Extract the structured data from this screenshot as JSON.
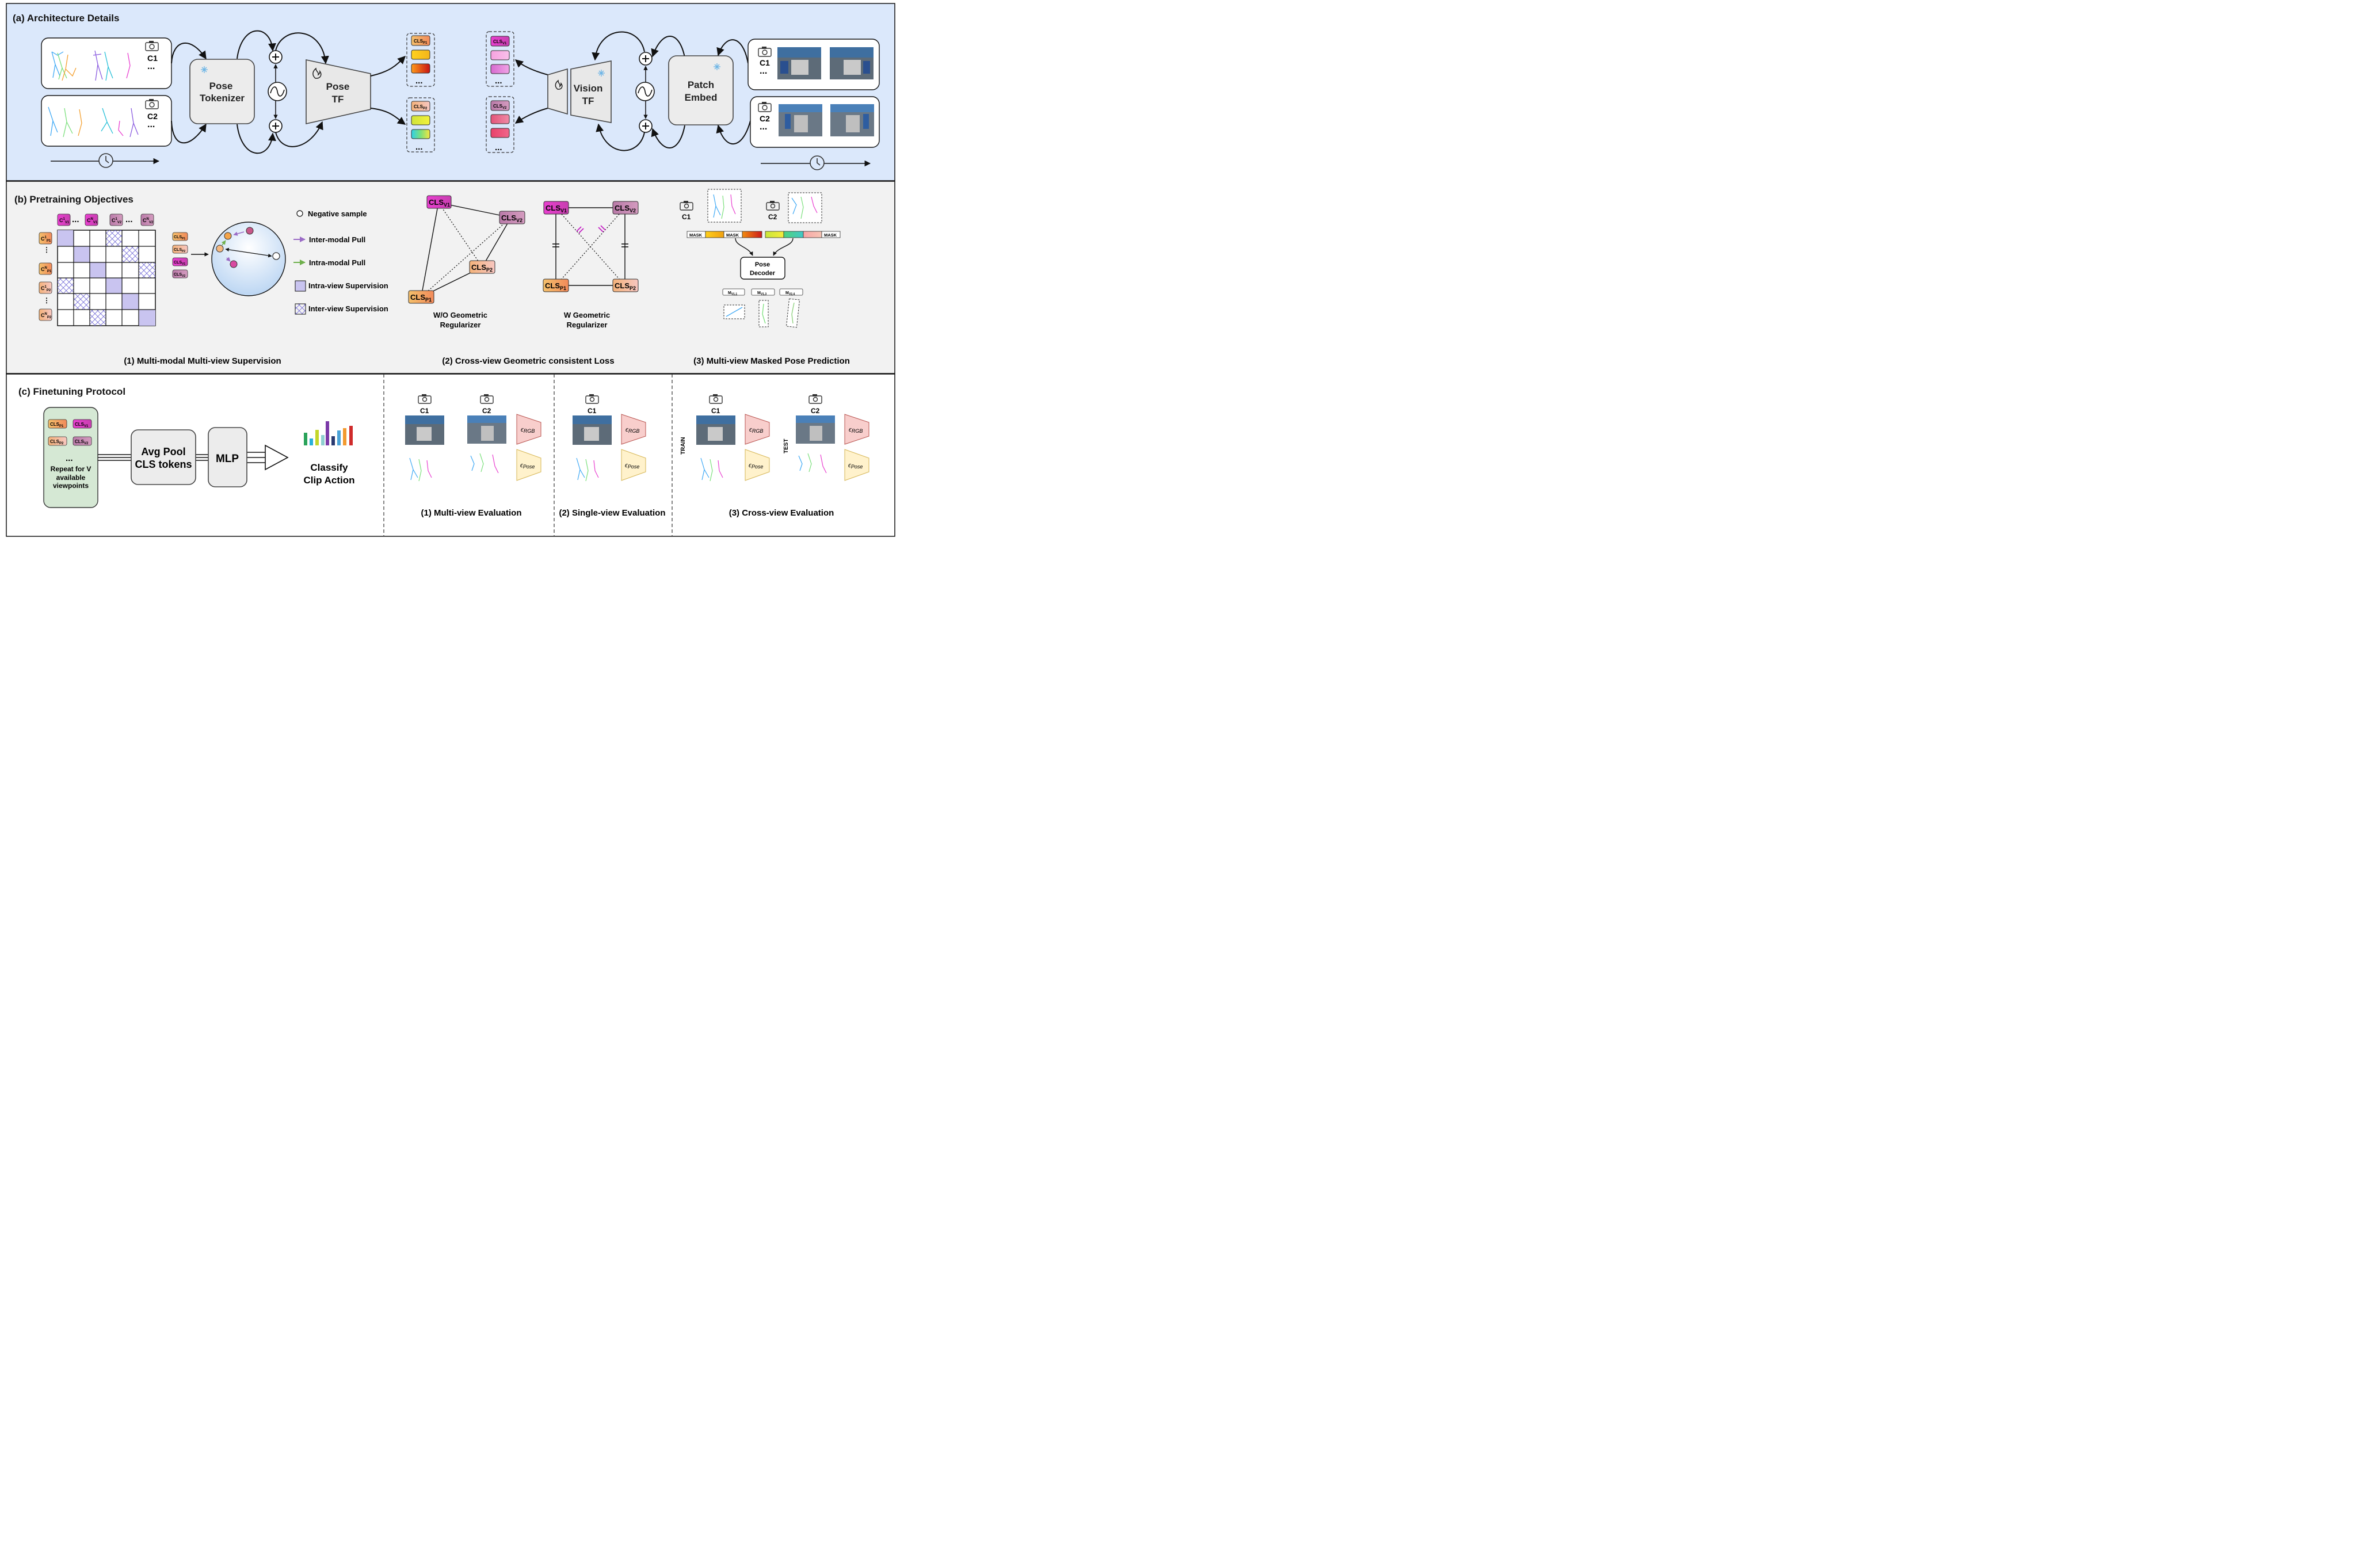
{
  "panel_a": {
    "title": "(a) Architecture Details",
    "pose_tokenizer": [
      "Pose",
      "Tokenizer"
    ],
    "pose_tf": [
      "Pose",
      "TF"
    ],
    "vision_tf": [
      "Vision",
      "TF"
    ],
    "patch_embed": [
      "Patch",
      "Embed"
    ],
    "cams": [
      "C1",
      "C2"
    ],
    "ellipsis": "...",
    "cls_p": [
      "CLS",
      "P1",
      "P2"
    ],
    "cls_v": [
      "CLS",
      "V1",
      "V2"
    ]
  },
  "panel_b": {
    "title": "(b) Pretraining Objectives",
    "matrix_cols": [
      {
        "base": "C",
        "sup": "1",
        "sub": "V1"
      },
      {
        "base": "C",
        "sup": "N",
        "sub": "V1"
      },
      {
        "base": "C",
        "sup": "1",
        "sub": "V2"
      },
      {
        "base": "C",
        "sup": "N",
        "sub": "V2"
      }
    ],
    "matrix_rows": [
      {
        "base": "C",
        "sup": "1",
        "sub": "P1"
      },
      {
        "base": "C",
        "sup": "N",
        "sub": "P1"
      },
      {
        "base": "C",
        "sup": "1",
        "sub": "P2"
      },
      {
        "base": "C",
        "sup": "N",
        "sub": "P2"
      }
    ],
    "tokens": [
      {
        "base": "CLS",
        "sub": "P1"
      },
      {
        "base": "CLS",
        "sub": "P2"
      },
      {
        "base": "CLS",
        "sub": "V1"
      },
      {
        "base": "CLS",
        "sub": "V2"
      }
    ],
    "legend": {
      "negative": "Negative sample",
      "inter_pull": "Inter-modal Pull",
      "intra_pull": "Intra-modal Pull",
      "intra_view": "Intra-view Supervision",
      "inter_view": "Inter-view Supervision"
    },
    "graph_nodes": {
      "v1": "V1",
      "v2": "V2",
      "p1": "P1",
      "p2": "P2",
      "base": "CLS"
    },
    "wo_label": [
      "W/O Geometric",
      "Regularizer"
    ],
    "w_label": [
      "W Geometric",
      "Regularizer"
    ],
    "mask": "MASK",
    "pose_decoder": [
      "Pose",
      "Decoder"
    ],
    "m_labels": [
      {
        "base": "M",
        "sub": "V1,1"
      },
      {
        "base": "M",
        "sub": "V1,3"
      },
      {
        "base": "M",
        "sub": "V2,4"
      }
    ],
    "captions": [
      "(1) Multi-modal Multi-view Supervision",
      "(2) Cross-view Geometric consistent Loss",
      "(3) Multi-view Masked Pose Prediction"
    ]
  },
  "panel_c": {
    "title": "(c) Finetuning Protocol",
    "tokens": [
      {
        "base": "CLS",
        "sub": "P1"
      },
      {
        "base": "CLS",
        "sub": "V1"
      },
      {
        "base": "CLS",
        "sub": "P2"
      },
      {
        "base": "CLS",
        "sub": "V2"
      }
    ],
    "repeat": [
      "Repeat for V",
      "available",
      "viewpoints"
    ],
    "avgpool": [
      "Avg Pool",
      "CLS tokens"
    ],
    "mlp": "MLP",
    "classify": [
      "Classify",
      "Clip Action"
    ],
    "enc_rgb": {
      "base": "ϵ",
      "sub": "RGB"
    },
    "enc_pose": {
      "base": "ϵ",
      "sub": "Pose"
    },
    "train": "TRAIN",
    "test": "TEST",
    "captions": [
      "(1) Multi-view Evaluation",
      "(2) Single-view Evaluation",
      "(3) Cross-view Evaluation"
    ]
  },
  "colors": {
    "panel_a_bg": "#dbe8fb",
    "panel_bc_bg": "#f2f2f2",
    "finetune_box": "#d5e8d4",
    "lavender": "#c9c4f0",
    "rgb_enc": "#f8cecc",
    "pose_enc": "#fff2cc"
  }
}
